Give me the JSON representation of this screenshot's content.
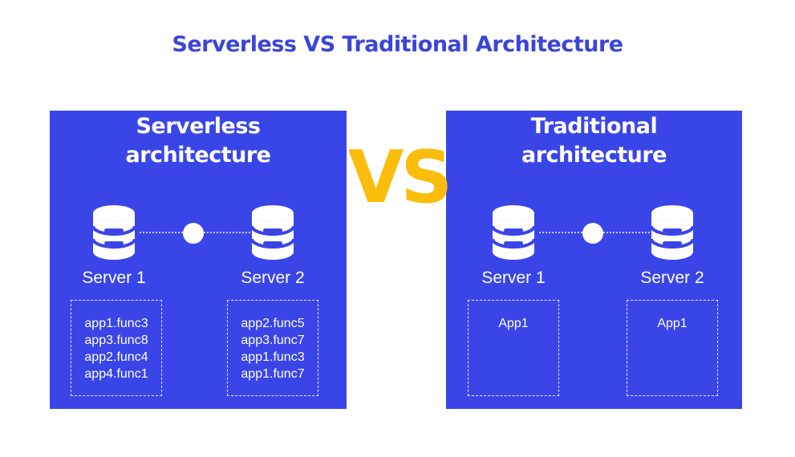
{
  "title": "Serverless VS Traditional Architecture",
  "vs_label": "VS",
  "colors": {
    "title": "#3b45d8",
    "panel_background": "#3a45e8",
    "vs_accent": "#fbbd0c",
    "foreground": "#ffffff"
  },
  "panels": [
    {
      "title_line1": "Serverless",
      "title_line2": "architecture",
      "servers": [
        {
          "label": "Server 1",
          "icon": "database-icon",
          "apps": [
            "app1.func3",
            "app3.func8",
            "app2.func4",
            "app4.func1"
          ]
        },
        {
          "label": "Server 2",
          "icon": "database-icon",
          "apps": [
            "app2.func5",
            "app3.func7",
            "app1.func3",
            "app1.func7"
          ]
        }
      ]
    },
    {
      "title_line1": "Traditional",
      "title_line2": "architecture",
      "servers": [
        {
          "label": "Server 1",
          "icon": "database-icon",
          "apps": [
            "App1"
          ]
        },
        {
          "label": "Server 2",
          "icon": "database-icon",
          "apps": [
            "App1"
          ]
        }
      ]
    }
  ]
}
